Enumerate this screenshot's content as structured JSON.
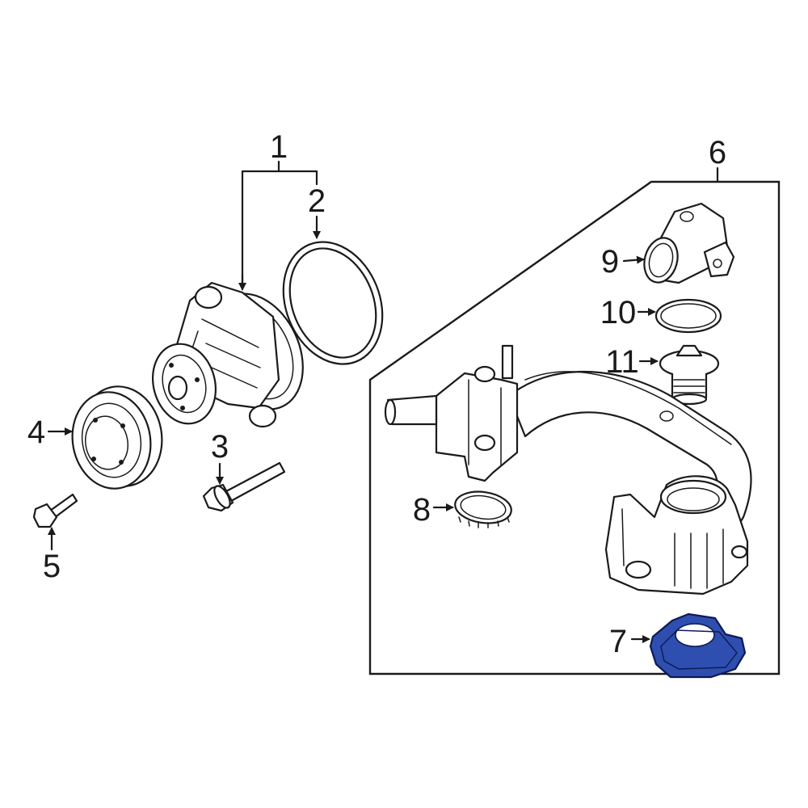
{
  "callouts": {
    "c1": "1",
    "c2": "2",
    "c3": "3",
    "c4": "4",
    "c5": "5",
    "c6": "6",
    "c7": "7",
    "c8": "8",
    "c9": "9",
    "c10": "10",
    "c11": "11"
  },
  "highlight_part": "7",
  "colors": {
    "line": "#1a1a1a",
    "highlight_fill": "#2e4fb0",
    "highlight_stroke": "#0d1a55",
    "background": "#ffffff"
  }
}
